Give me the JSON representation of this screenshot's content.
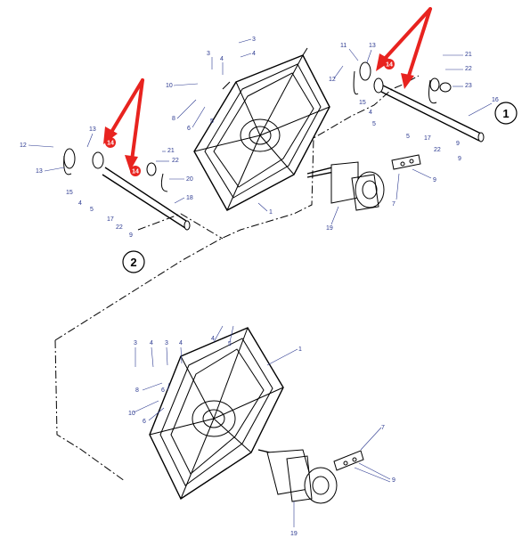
{
  "views": {
    "upper": "1",
    "lower": "2"
  },
  "highlighted_callouts": [
    "14",
    "14",
    "14"
  ],
  "callouts": {
    "top_center": [
      "3",
      "3",
      "4",
      "4",
      "10",
      "8",
      "6",
      "5",
      "1"
    ],
    "right_assembly": [
      "11",
      "13",
      "12",
      "15",
      "4",
      "5",
      "5",
      "17",
      "22",
      "9",
      "21",
      "22",
      "23",
      "16",
      "9",
      "7",
      "19"
    ],
    "left_assembly": [
      "12",
      "13",
      "13",
      "15",
      "4",
      "5",
      "17",
      "22",
      "9",
      "21",
      "22",
      "20",
      "18"
    ],
    "lower_view": [
      "3",
      "4",
      "3",
      "4",
      "4",
      "5",
      "1",
      "8",
      "6",
      "10",
      "6",
      "7",
      "9",
      "19"
    ]
  },
  "colors": {
    "callout_text": "#2b3990",
    "arrow": "#e8231f",
    "line": "#000000"
  }
}
